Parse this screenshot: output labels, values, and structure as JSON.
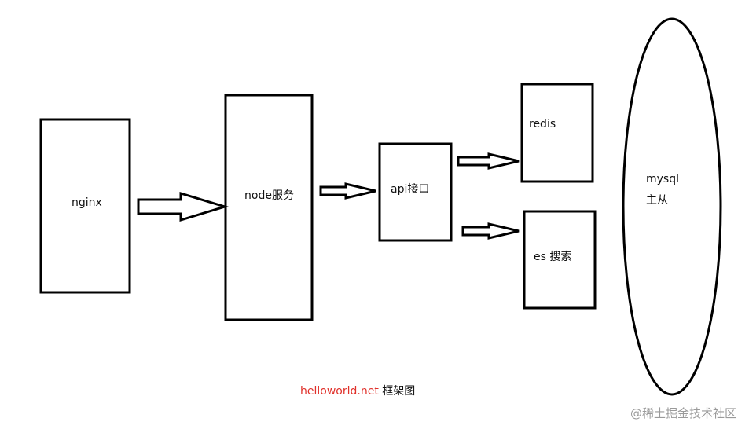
{
  "nodes": {
    "nginx": "nginx",
    "node_service": "node服务",
    "api": "api接口",
    "redis": "redis",
    "es": "es 搜索",
    "mysql_line1": "mysql",
    "mysql_line2": "主从"
  },
  "caption": {
    "brand": "helloworld.net",
    "title": " 框架图"
  },
  "watermark": "@稀土掘金技术社区",
  "colors": {
    "stroke": "#000000",
    "caption_brand": "#e0302a",
    "watermark": "#9a9a9a"
  }
}
